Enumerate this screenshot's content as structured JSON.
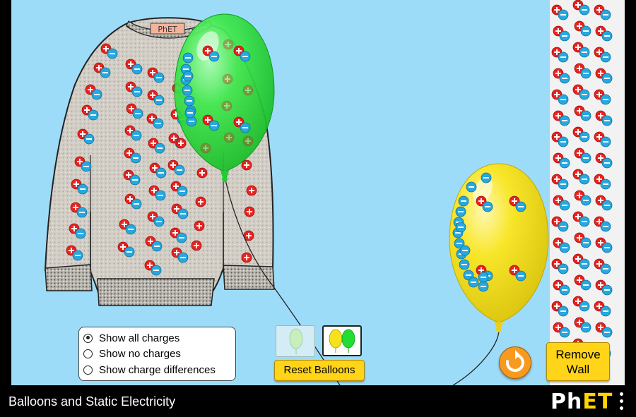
{
  "sim": {
    "title": "Balloons and Static Electricity"
  },
  "sweater": {
    "tag_label": "PhET"
  },
  "charge_display": {
    "options": [
      {
        "label": "Show all charges",
        "selected": true
      },
      {
        "label": "Show no charges",
        "selected": false
      },
      {
        "label": "Show charge differences",
        "selected": false
      }
    ]
  },
  "balloon_selector": {
    "reset_label": "Reset Balloons",
    "mode": "two"
  },
  "wall": {
    "button_label_line1": "Remove",
    "button_label_line2": "Wall"
  },
  "logo": {
    "text_ph": "Ph",
    "text_et": "ET"
  },
  "colors": {
    "background": "#9ddcf8",
    "positive": "#e8231f",
    "negative": "#26a8e0",
    "balloon_green": "#22dd33",
    "balloon_yellow": "#f5e21c",
    "button_yellow": "#ffd419",
    "reset_orange": "#f79a1f"
  }
}
